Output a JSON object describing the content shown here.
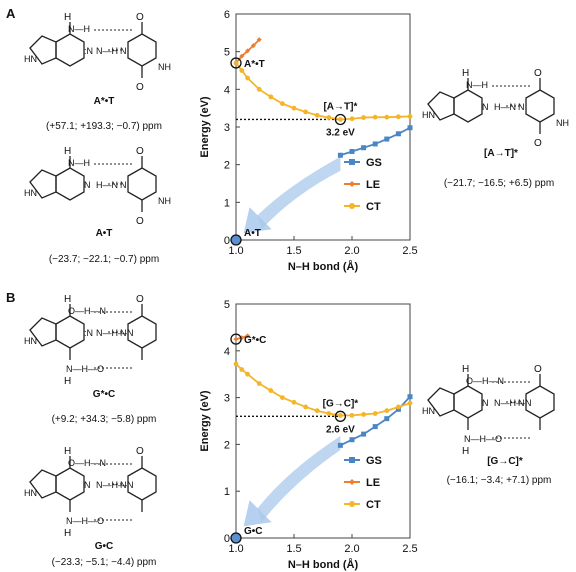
{
  "panels": [
    {
      "letter": "A",
      "structures": [
        {
          "id": "mol-a-star-t",
          "label": "A*•T",
          "shifts": "(+57.1; +193.3; −0.7) ppm",
          "left_ring": "purine",
          "right_ring": "thymine",
          "hbonds": 2,
          "tautomer": true,
          "atoms": {
            "top": "N—H",
            "top_h": "H",
            "mid_left": ":N",
            "mid": "N—H",
            "imid": "HN",
            "o1": "O",
            "o2": "O",
            "nh": "NH",
            "n1": "N"
          }
        },
        {
          "id": "mol-a-t",
          "label": "A•T",
          "shifts": "(−23.7; −22.1; −0.7) ppm",
          "left_ring": "purine",
          "right_ring": "thymine",
          "hbonds": 2,
          "tautomer": false,
          "atoms": {
            "top": "N—H",
            "top_h": "H",
            "mid_left": "N",
            "mid": "H—N",
            "imid": "HN",
            "o1": "O",
            "o2": "O",
            "nh": "NH",
            "n1": "N"
          }
        },
        {
          "id": "mol-a-t-ct",
          "label": "[A→T]*",
          "shifts": "(−21.7; −16.5; +6.5) ppm",
          "left_ring": "purine",
          "right_ring": "thymine",
          "hbonds": 2,
          "tautomer": true,
          "atoms": {
            "top": "N—H",
            "top_h": "H",
            "mid_left": "N",
            "mid": "H—N",
            "imid": "HN",
            "o1": "O",
            "o2": "O",
            "nh": "NH",
            "n1": "N"
          }
        }
      ],
      "chart_data": {
        "type": "line",
        "xlabel": "N–H bond (Å)",
        "ylabel": "Energy (eV)",
        "xlim": [
          1.0,
          2.5
        ],
        "ylim": [
          0,
          6
        ],
        "xticks": [
          "1.0",
          "1.5",
          "2.0",
          "2.5"
        ],
        "yticks": [
          "0",
          "1",
          "2",
          "3",
          "4",
          "5",
          "6"
        ],
        "legend": "bottom-right",
        "series": [
          {
            "name": "GS",
            "color": "#4a86c5",
            "marker": "square",
            "x": [
              1.9,
              2.0,
              2.1,
              2.2,
              2.3,
              2.4,
              2.5
            ],
            "y": [
              2.25,
              2.35,
              2.45,
              2.55,
              2.68,
              2.82,
              2.98
            ]
          },
          {
            "name": "LE",
            "color": "#ed7d31",
            "marker": "diamond",
            "x": [
              1.0,
              1.05,
              1.1,
              1.15,
              1.2
            ],
            "y": [
              4.7,
              4.88,
              5.02,
              5.16,
              5.32
            ]
          },
          {
            "name": "CT",
            "color": "#f5b528",
            "marker": "circle",
            "x": [
              1.0,
              1.05,
              1.1,
              1.2,
              1.3,
              1.4,
              1.5,
              1.6,
              1.7,
              1.8,
              1.9,
              2.0,
              2.1,
              2.2,
              2.3,
              2.4,
              2.5
            ],
            "y": [
              4.7,
              4.5,
              4.3,
              4.0,
              3.8,
              3.62,
              3.5,
              3.4,
              3.31,
              3.25,
              3.2,
              3.22,
              3.25,
              3.26,
              3.26,
              3.27,
              3.28
            ]
          }
        ],
        "dotted_level": 3.2,
        "dotted_xmax": 1.9,
        "annotations": [
          {
            "text": "A*•T",
            "x": 1.0,
            "y": 4.7,
            "circle": true
          },
          {
            "text": "[A→T]*",
            "x": 1.9,
            "y": 3.2,
            "circle": true,
            "label_above": true
          },
          {
            "text": "3.2 eV",
            "x": 1.9,
            "y": 3.2,
            "bold": true
          },
          {
            "text": "A•T",
            "x": 1.0,
            "y": 0.0,
            "circle": true,
            "blue": true
          }
        ]
      }
    },
    {
      "letter": "B",
      "structures": [
        {
          "id": "mol-g-star-c",
          "label": "G*•C",
          "shifts": "(+9.2; +34.3; −5.8) ppm",
          "left_ring": "purine",
          "right_ring": "cytosine",
          "hbonds": 3,
          "tautomer": true,
          "atoms": {
            "top": "O—H—N",
            "top_h": "H",
            "mid_left": ":N",
            "mid": "N—H—N",
            "imid": "HN",
            "bot": "N—H—O",
            "bot_h": "H",
            "o1": "O",
            "n1": "N"
          }
        },
        {
          "id": "mol-g-c",
          "label": "G•C",
          "shifts": "(−23.3; −5.1; −4.4) ppm",
          "left_ring": "purine",
          "right_ring": "cytosine",
          "hbonds": 3,
          "tautomer": false,
          "atoms": {
            "top": "O—H—N",
            "top_h": "H",
            "mid_left": "N",
            "mid": "N—H—N",
            "imid": "HN",
            "bot": "N—H—O",
            "bot_h": "H",
            "o1": "O",
            "n1": "N"
          }
        },
        {
          "id": "mol-g-c-ct",
          "label": "[G→C]*",
          "shifts": "(−16.1; −3.4; +7.1) ppm",
          "left_ring": "purine",
          "right_ring": "cytosine",
          "hbonds": 3,
          "tautomer": true,
          "atoms": {
            "top": "O—H—N",
            "top_h": "H",
            "mid_left": "N",
            "mid": "N—H—N",
            "imid": "HN",
            "bot": "N—H—O",
            "bot_h": "H",
            "o1": "O",
            "n1": "N"
          }
        }
      ],
      "chart_data": {
        "type": "line",
        "xlabel": "N–H bond (Å)",
        "ylabel": "Energy (eV)",
        "xlim": [
          1.0,
          2.5
        ],
        "ylim": [
          0,
          5
        ],
        "xticks": [
          "1.0",
          "1.5",
          "2.0",
          "2.5"
        ],
        "yticks": [
          "0",
          "1",
          "2",
          "3",
          "4",
          "5"
        ],
        "legend": "bottom-right",
        "series": [
          {
            "name": "GS",
            "color": "#4a86c5",
            "marker": "square",
            "x": [
              1.9,
              2.0,
              2.1,
              2.2,
              2.3,
              2.4,
              2.5
            ],
            "y": [
              1.98,
              2.1,
              2.22,
              2.38,
              2.55,
              2.75,
              3.02
            ]
          },
          {
            "name": "LE",
            "color": "#ed7d31",
            "marker": "diamond",
            "x": [
              1.0,
              1.05,
              1.1
            ],
            "y": [
              4.25,
              4.28,
              4.32
            ]
          },
          {
            "name": "CT",
            "color": "#f5b528",
            "marker": "circle",
            "x": [
              1.0,
              1.05,
              1.1,
              1.2,
              1.3,
              1.4,
              1.5,
              1.6,
              1.7,
              1.8,
              1.9,
              2.0,
              2.1,
              2.2,
              2.3,
              2.4,
              2.5
            ],
            "y": [
              3.72,
              3.6,
              3.5,
              3.3,
              3.15,
              3.0,
              2.9,
              2.8,
              2.72,
              2.66,
              2.62,
              2.62,
              2.64,
              2.66,
              2.72,
              2.8,
              2.88
            ]
          }
        ],
        "dotted_level": 2.6,
        "dotted_xmax": 1.9,
        "annotations": [
          {
            "text": "G*•C",
            "x": 1.0,
            "y": 4.25,
            "circle": true
          },
          {
            "text": "[G→C]*",
            "x": 1.9,
            "y": 2.6,
            "circle": true,
            "label_above": true
          },
          {
            "text": "2.6 eV",
            "x": 1.9,
            "y": 2.6,
            "bold": true
          },
          {
            "text": "G•C",
            "x": 1.0,
            "y": 0.0,
            "circle": true,
            "blue": true
          }
        ]
      }
    }
  ]
}
